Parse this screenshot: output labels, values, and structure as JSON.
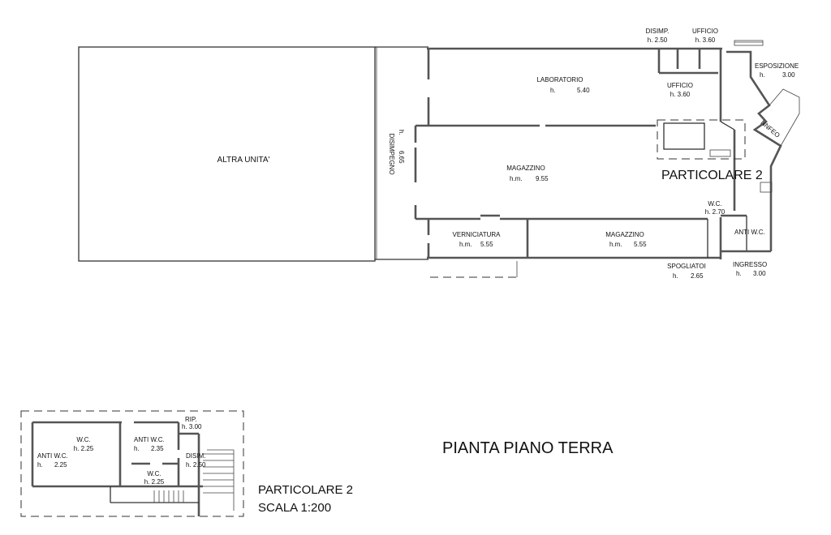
{
  "title": "PIANTA PIANO TERRA",
  "detail": {
    "name": "PARTICOLARE 2",
    "scale": "SCALA 1:200"
  },
  "main_plan": {
    "detail_callout": "PARTICOLARE 2",
    "rooms": {
      "altra_unita": {
        "name": "ALTRA UNITA'"
      },
      "disimpegno": {
        "name": "DISIMPEGNO",
        "h": "h.",
        "value": "6.65"
      },
      "laboratorio": {
        "name": "LABORATORIO",
        "h": "h.",
        "value": "5.40"
      },
      "magazzino_big": {
        "name": "MAGAZZINO",
        "h": "h.m.",
        "value": "9.55"
      },
      "verniciatura": {
        "name": "VERNICIATURA",
        "h": "h.m.",
        "value": "5.55"
      },
      "magazzino_small": {
        "name": "MAGAZZINO",
        "h": "h.m.",
        "value": "5.55"
      },
      "spogliatoi": {
        "name": "SPOGLIATOI",
        "h": "h.",
        "value": "2.65"
      },
      "disimp": {
        "name": "DISIMP.",
        "hv": "h. 2.50"
      },
      "ufficio_top": {
        "name": "UFFICIO",
        "hv": "h. 3.60"
      },
      "ufficio": {
        "name": "UFFICIO",
        "hv": "h. 3.60"
      },
      "esposizione": {
        "name": "ESPOSIZIONE",
        "h": "h.",
        "value": "3.00"
      },
      "wc": {
        "name": "W.C.",
        "hv": "h. 2.70"
      },
      "anti_wc": {
        "name": "ANTI W.C."
      },
      "ingresso": {
        "name": "INGRESSO",
        "h": "h.",
        "value": "3.00"
      },
      "ramp": {
        "name": "NNFEO"
      }
    }
  },
  "detail_plan": {
    "rooms": {
      "anti_wc_1": {
        "name": "ANTI W.C.",
        "h": "h.",
        "value": "2.25"
      },
      "wc_1": {
        "name": "W.C.",
        "hv": "h. 2.25"
      },
      "anti_wc_2": {
        "name": "ANTI W.C.",
        "h": "h.",
        "value": "2.35"
      },
      "wc_2": {
        "name": "W.C.",
        "hv": "h. 2.25"
      },
      "rip": {
        "name": "RIP.",
        "hv": "h. 3.00"
      },
      "disim": {
        "name": "DISIM.",
        "hv": "h. 2.50"
      }
    }
  }
}
